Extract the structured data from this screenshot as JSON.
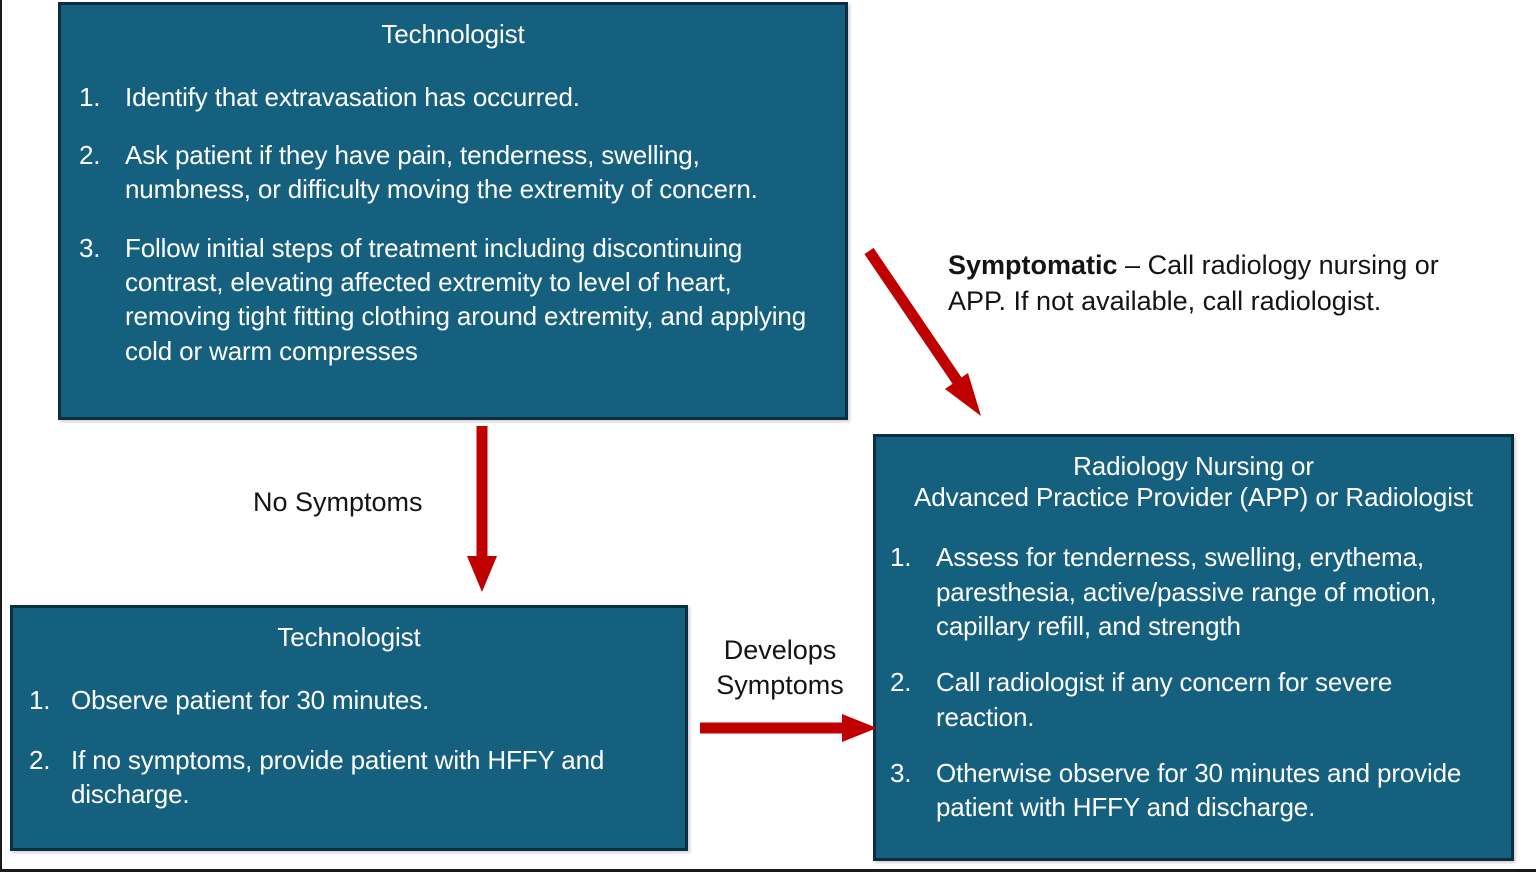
{
  "colors": {
    "box_fill": "#15607f",
    "box_border": "#0d2d40",
    "arrow_red": "#c00000",
    "text_on_box": "#ffffff",
    "text_on_page": "#141414",
    "page_background": "#ffffff"
  },
  "boxes": {
    "technologist_initial": {
      "title": "Technologist",
      "items": [
        {
          "num": "1.",
          "text": "Identify that extravasation has occurred."
        },
        {
          "num": "2.",
          "text": "Ask patient if they have pain, tenderness, swelling, numbness, or difficulty moving the extremity of concern."
        },
        {
          "num": "3.",
          "text": "Follow initial steps of treatment including discontinuing contrast, elevating affected extremity to level of heart, removing tight fitting clothing around extremity, and applying cold or warm compresses"
        }
      ]
    },
    "technologist_observe": {
      "title": "Technologist",
      "items": [
        {
          "num": "1.",
          "text": "Observe patient for 30 minutes."
        },
        {
          "num": "2.",
          "text": "If no symptoms, provide patient with HFFY and discharge."
        }
      ]
    },
    "radiology_nursing": {
      "title_line1": "Radiology Nursing or",
      "title_line2": "Advanced Practice Provider (APP) or Radiologist",
      "items": [
        {
          "num": "1.",
          "text": "Assess for tenderness, swelling, erythema, paresthesia, active/passive range of motion, capillary refill, and strength"
        },
        {
          "num": "2.",
          "text": "Call radiologist if any concern for severe reaction."
        },
        {
          "num": "3.",
          "text": "Otherwise observe for 30 minutes and provide patient with HFFY and discharge."
        }
      ]
    }
  },
  "edges": {
    "no_symptoms": "No Symptoms",
    "develops_symptoms": "Develops\nSymptoms",
    "symptomatic_bold": "Symptomatic",
    "symptomatic_rest": " – Call radiology nursing or APP. If not available, call radiologist."
  }
}
